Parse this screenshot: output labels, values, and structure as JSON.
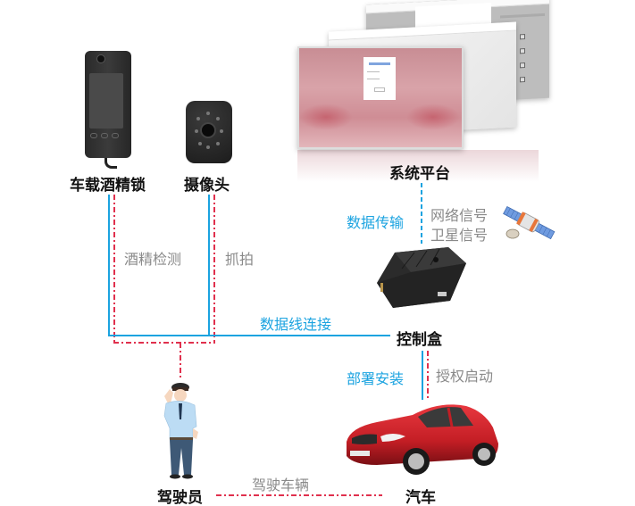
{
  "nodes": {
    "breathalyzer": {
      "label": "车载酒精锁",
      "icon": "breathalyzer-device"
    },
    "camera": {
      "label": "摄像头",
      "icon": "camera-device"
    },
    "platform": {
      "label": "系统平台",
      "icon": "web-platform-screens"
    },
    "control_box": {
      "label": "控制盒",
      "icon": "control-box-device"
    },
    "driver": {
      "label": "驾驶员",
      "icon": "driver-figure"
    },
    "car": {
      "label": "汽车",
      "icon": "red-car"
    }
  },
  "edges": {
    "alcohol_detection": {
      "label": "酒精检测",
      "style": "red-dash-dot",
      "color": "#8a8a8a"
    },
    "capture": {
      "label": "抓拍",
      "style": "red-dash-dot",
      "color": "#8a8a8a"
    },
    "data_line": {
      "label": "数据线连接",
      "style": "blue-solid",
      "color": "#1ba3e0"
    },
    "data_transfer": {
      "label": "数据传输",
      "style": "blue-dotted",
      "color": "#1ba3e0"
    },
    "signal_network": {
      "label": "网络信号",
      "color": "#8a8a8a"
    },
    "signal_satellite": {
      "label": "卫星信号",
      "color": "#8a8a8a",
      "icon": "satellite-icon"
    },
    "deploy_install": {
      "label": "部署安装",
      "style": "blue-solid",
      "color": "#1ba3e0"
    },
    "auth_start": {
      "label": "授权启动",
      "style": "red-dash-dot",
      "color": "#8a8a8a"
    },
    "drive_vehicle": {
      "label": "驾驶车辆",
      "style": "red-dash-dot",
      "color": "#8a8a8a"
    }
  },
  "colors": {
    "blue_line": "#1ba3e0",
    "red_line": "#e0304d",
    "label_gray": "#8a8a8a",
    "label_dark": "#111111"
  }
}
